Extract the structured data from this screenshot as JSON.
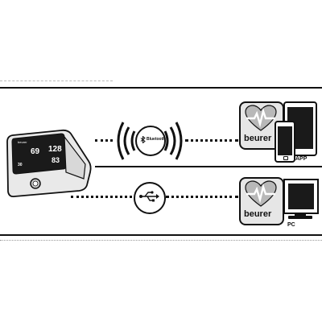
{
  "device": {
    "reading_top": "69",
    "reading_right_top": "128",
    "reading_right_bottom": "83",
    "reading_left": "30",
    "reading_small_top": "beurer",
    "icon": "blood-pressure-monitor-icon"
  },
  "connections": {
    "wireless": {
      "icon": "bluetooth-icon",
      "label": "Bluetooth",
      "signal_icon": "wireless-signal-icon"
    },
    "wired": {
      "icon": "usb-icon"
    }
  },
  "targets": {
    "app": {
      "brand": "beurer",
      "icon": "heart-pulse-icon",
      "label": "APP",
      "devices": [
        "tablet-icon",
        "smartphone-icon"
      ]
    },
    "pc": {
      "brand": "beurer",
      "icon": "heart-pulse-icon",
      "label": "PC",
      "devices": [
        "monitor-icon"
      ]
    }
  },
  "colors": {
    "ink": "#111111",
    "fill": "#e8e8e8",
    "background": "#ffffff"
  }
}
